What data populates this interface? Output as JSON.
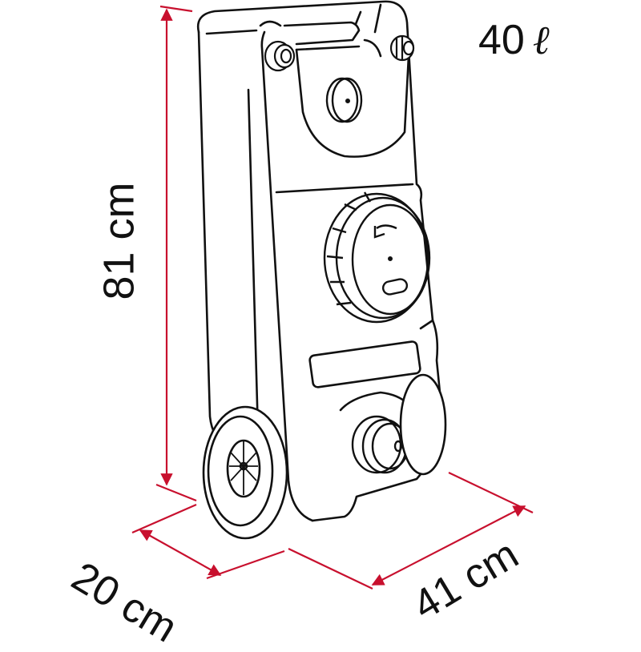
{
  "diagram": {
    "subject": "wheeled water tank",
    "colors": {
      "dimension_lines": "#c8102e",
      "outline": "#111111",
      "background": "#ffffff"
    },
    "labels": {
      "volume_value": "40",
      "volume_unit": "ℓ",
      "height": "81 cm",
      "depth": "20 cm",
      "width": "41 cm"
    }
  }
}
